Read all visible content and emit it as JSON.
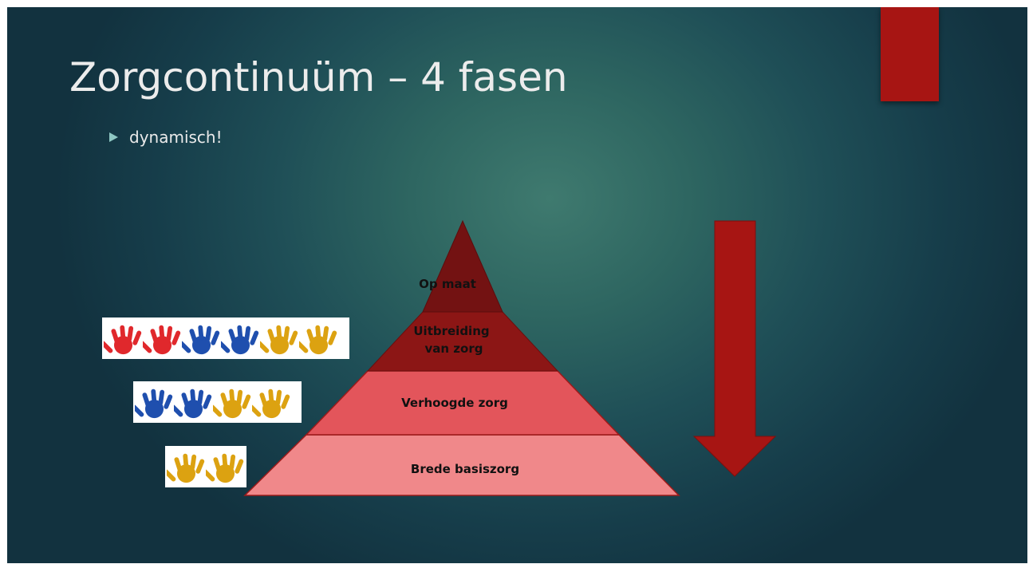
{
  "slide": {
    "title": "Zorgcontinuüm – 4 fasen",
    "bullets": [
      "dynamisch!"
    ]
  },
  "pyramid": {
    "layers": [
      {
        "label": "Op maat",
        "color": "#731212"
      },
      {
        "label_line1": "Uitbreiding",
        "label_line2": "van zorg",
        "color": "#8c1615"
      },
      {
        "label": "Verhoogde  zorg",
        "color": "#e3555b"
      },
      {
        "label": "Brede  basiszorg",
        "color": "#f0888a"
      }
    ]
  },
  "hand_rows": [
    {
      "hands": [
        "red-hand",
        "red-hand",
        "blue-hand",
        "blue-hand",
        "yellow-hand",
        "yellow-hand"
      ]
    },
    {
      "hands": [
        "blue-hand",
        "blue-hand",
        "yellow-hand",
        "yellow-hand"
      ]
    },
    {
      "hands": [
        "yellow-hand",
        "yellow-hand"
      ]
    }
  ],
  "colors": {
    "accent_red": "#a71513",
    "hand_red": "#e0282c",
    "hand_blue": "#1f4fae",
    "hand_yellow": "#dca211"
  },
  "icons": {
    "bullet": "triangle-bullet-icon",
    "arrow": "down-arrow-icon"
  }
}
